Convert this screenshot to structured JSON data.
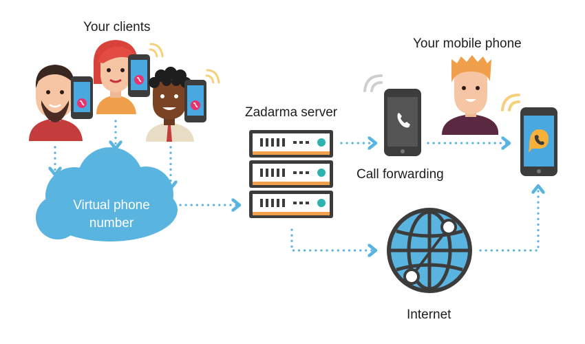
{
  "labels": {
    "clients": "Your clients",
    "mobile": "Your mobile phone",
    "server": "Zadarma server",
    "forwarding": "Call forwarding",
    "internet": "Internet",
    "virtual_line1": "Virtual phone",
    "virtual_line2": "number"
  },
  "colors": {
    "arrow": "#5ab4e0",
    "cloud": "#5ab4e0",
    "server_accent": "#f0a04b",
    "server_led": "#2bb3b0",
    "phone_screen": "#4aa8e0",
    "call_icon": "#e8336d",
    "signal": "#f6cf7a",
    "dark": "#3c3c3c"
  },
  "icons": [
    "user-icon",
    "smartphone-icon",
    "cloud-icon",
    "server-icon",
    "globe-icon",
    "phone-handset-icon",
    "signal-icon",
    "chat-bubble-icon"
  ]
}
